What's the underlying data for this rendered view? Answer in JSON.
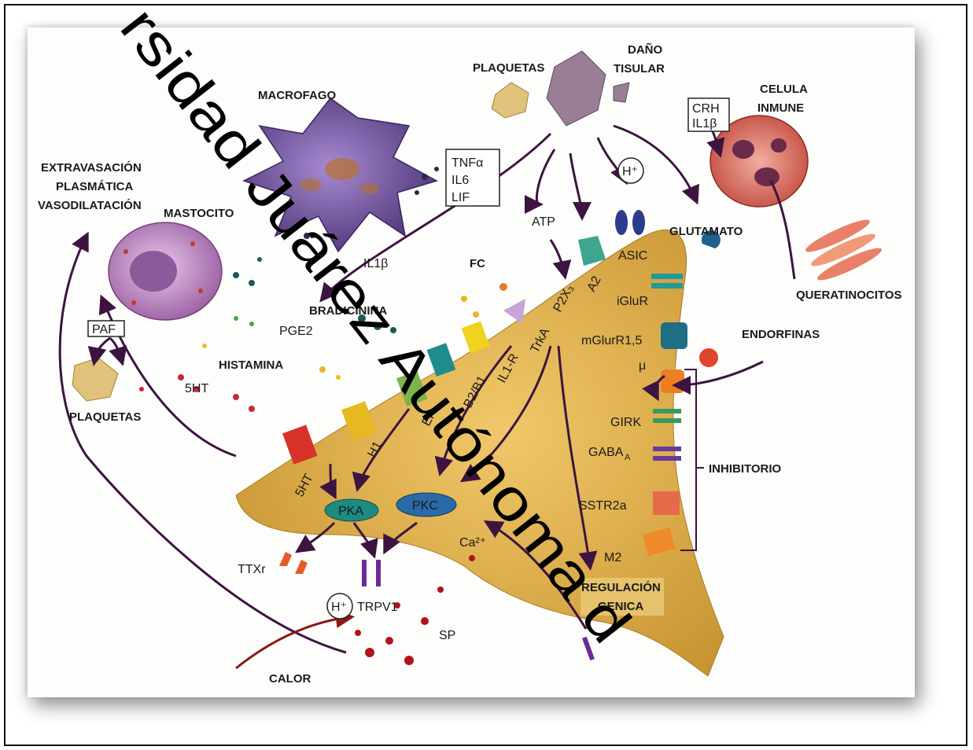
{
  "labels": {
    "plaquetas_top": "PLAQUETAS",
    "dano_1": "DAÑO",
    "dano_2": "TISULAR",
    "macrofago": "MACROFAGO",
    "celula_1": "CELULA",
    "celula_2": "INMUNE",
    "crh": "CRH",
    "il1b_box": "IL1β",
    "tnf": "TNFα",
    "il6": "IL6",
    "lif": "LIF",
    "extra_1": "EXTRAVASACIÓN",
    "extra_2": "PLASMÁTICA",
    "extra_3": "VASODILATACIÓN",
    "mastocito": "MASTOCITO",
    "h_plus_top": "H⁺",
    "atp": "ATP",
    "asic": "ASIC",
    "glutamato": "GLUTAMATO",
    "il1b": "IL1β",
    "fc": "FC",
    "p2x3": "P2X₃",
    "a2": "A2",
    "iglur": "iGluR",
    "queratinocitos": "QUERATINOCITOS",
    "bradicinina": "BRADICININA",
    "pge2": "PGE2",
    "paf": "PAF",
    "trka": "TrkA",
    "il1r": "IL1-R",
    "b2b1": "B2/B1",
    "ep": "EP",
    "h1": "H1",
    "ht5_rec": "5HT",
    "mglur": "mGlurR1,5",
    "endorfinas": "ENDORFINAS",
    "histamina": "HISTAMINA",
    "ht5": "5HT",
    "plaquetas_left": "PLAQUETAS",
    "mu": "μ",
    "girk": "GIRK",
    "gaba": "GABA",
    "gaba_sub": "A",
    "inhibitorio": "INHIBITORIO",
    "pka": "PKA",
    "pkc": "PKC",
    "ca": "Ca²⁺",
    "sstr": "SSTR2a",
    "m2": "M2",
    "ttxr": "TTXr",
    "regulacion_1": "REGULACIÓN",
    "regulacion_2": "GENICA",
    "h_plus_bottom": "H⁺",
    "trpv1": "TRPV1",
    "sp": "SP",
    "calor": "CALOR"
  },
  "watermark": "rsidad Juárez Autónoma d",
  "colors": {
    "neuron": "#d9ad45",
    "arrow": "#3d1440",
    "macrophage": "#7d5fa3",
    "mast_cell": "#b98fc0",
    "immune_cell": "#d9756c"
  }
}
